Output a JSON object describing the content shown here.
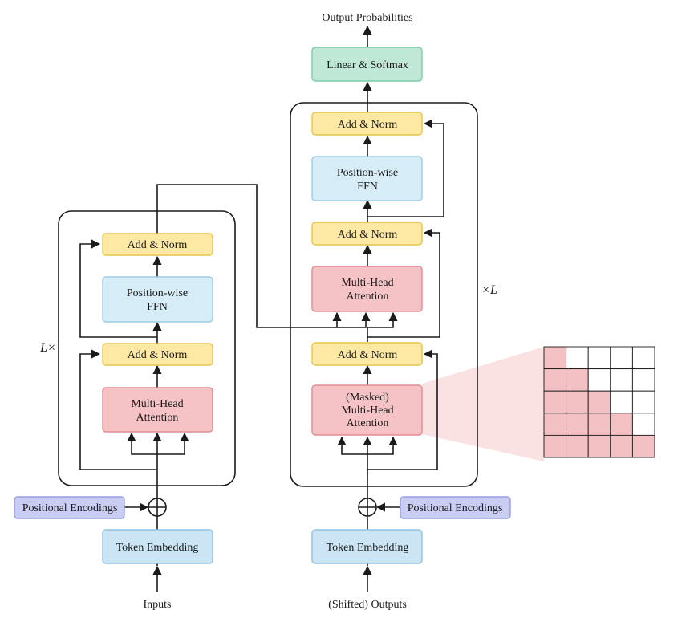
{
  "labels": {
    "output_probabilities": "Output Probabilities",
    "inputs": "Inputs",
    "shifted_outputs": "(Shifted) Outputs",
    "encoder_repeat": "L×",
    "decoder_repeat": "×L"
  },
  "encoder": {
    "add_norm_top": "Add & Norm",
    "ffn_line1": "Position-wise",
    "ffn_line2": "FFN",
    "add_norm_bottom": "Add & Norm",
    "mha_line1": "Multi-Head",
    "mha_line2": "Attention",
    "positional_encodings": "Positional Encodings",
    "token_embedding": "Token Embedding"
  },
  "decoder": {
    "linear_softmax": "Linear & Softmax",
    "add_norm_top": "Add & Norm",
    "ffn_line1": "Position-wise",
    "ffn_line2": "FFN",
    "add_norm_middle": "Add & Norm",
    "cross_mha_line1": "Multi-Head",
    "cross_mha_line2": "Attention",
    "add_norm_bottom": "Add & Norm",
    "masked_line1": "(Masked)",
    "masked_line2": "Multi-Head",
    "masked_line3": "Attention",
    "positional_encodings": "Positional Encodings",
    "token_embedding": "Token Embedding"
  },
  "colors": {
    "add_norm_fill": "#fde9a4",
    "add_norm_stroke": "#e8c44a",
    "ffn_fill": "#d6ecf7",
    "ffn_stroke": "#9ccbe6",
    "attention_fill": "#f5c2c5",
    "attention_stroke": "#e28c92",
    "embedding_fill": "#cbe5f4",
    "embedding_stroke": "#8fc3e2",
    "positional_fill": "#c9cdf3",
    "positional_stroke": "#959de0",
    "softmax_fill": "#bfe8d6",
    "softmax_stroke": "#7fcbaa",
    "mask_fill": "#f3c1c4",
    "mask_beam": "#f9dcdd"
  },
  "mask_grid": {
    "size": 5,
    "rows": [
      [
        1,
        0,
        0,
        0,
        0
      ],
      [
        1,
        1,
        0,
        0,
        0
      ],
      [
        1,
        1,
        1,
        0,
        0
      ],
      [
        1,
        1,
        1,
        1,
        0
      ],
      [
        1,
        1,
        1,
        1,
        1
      ]
    ]
  }
}
